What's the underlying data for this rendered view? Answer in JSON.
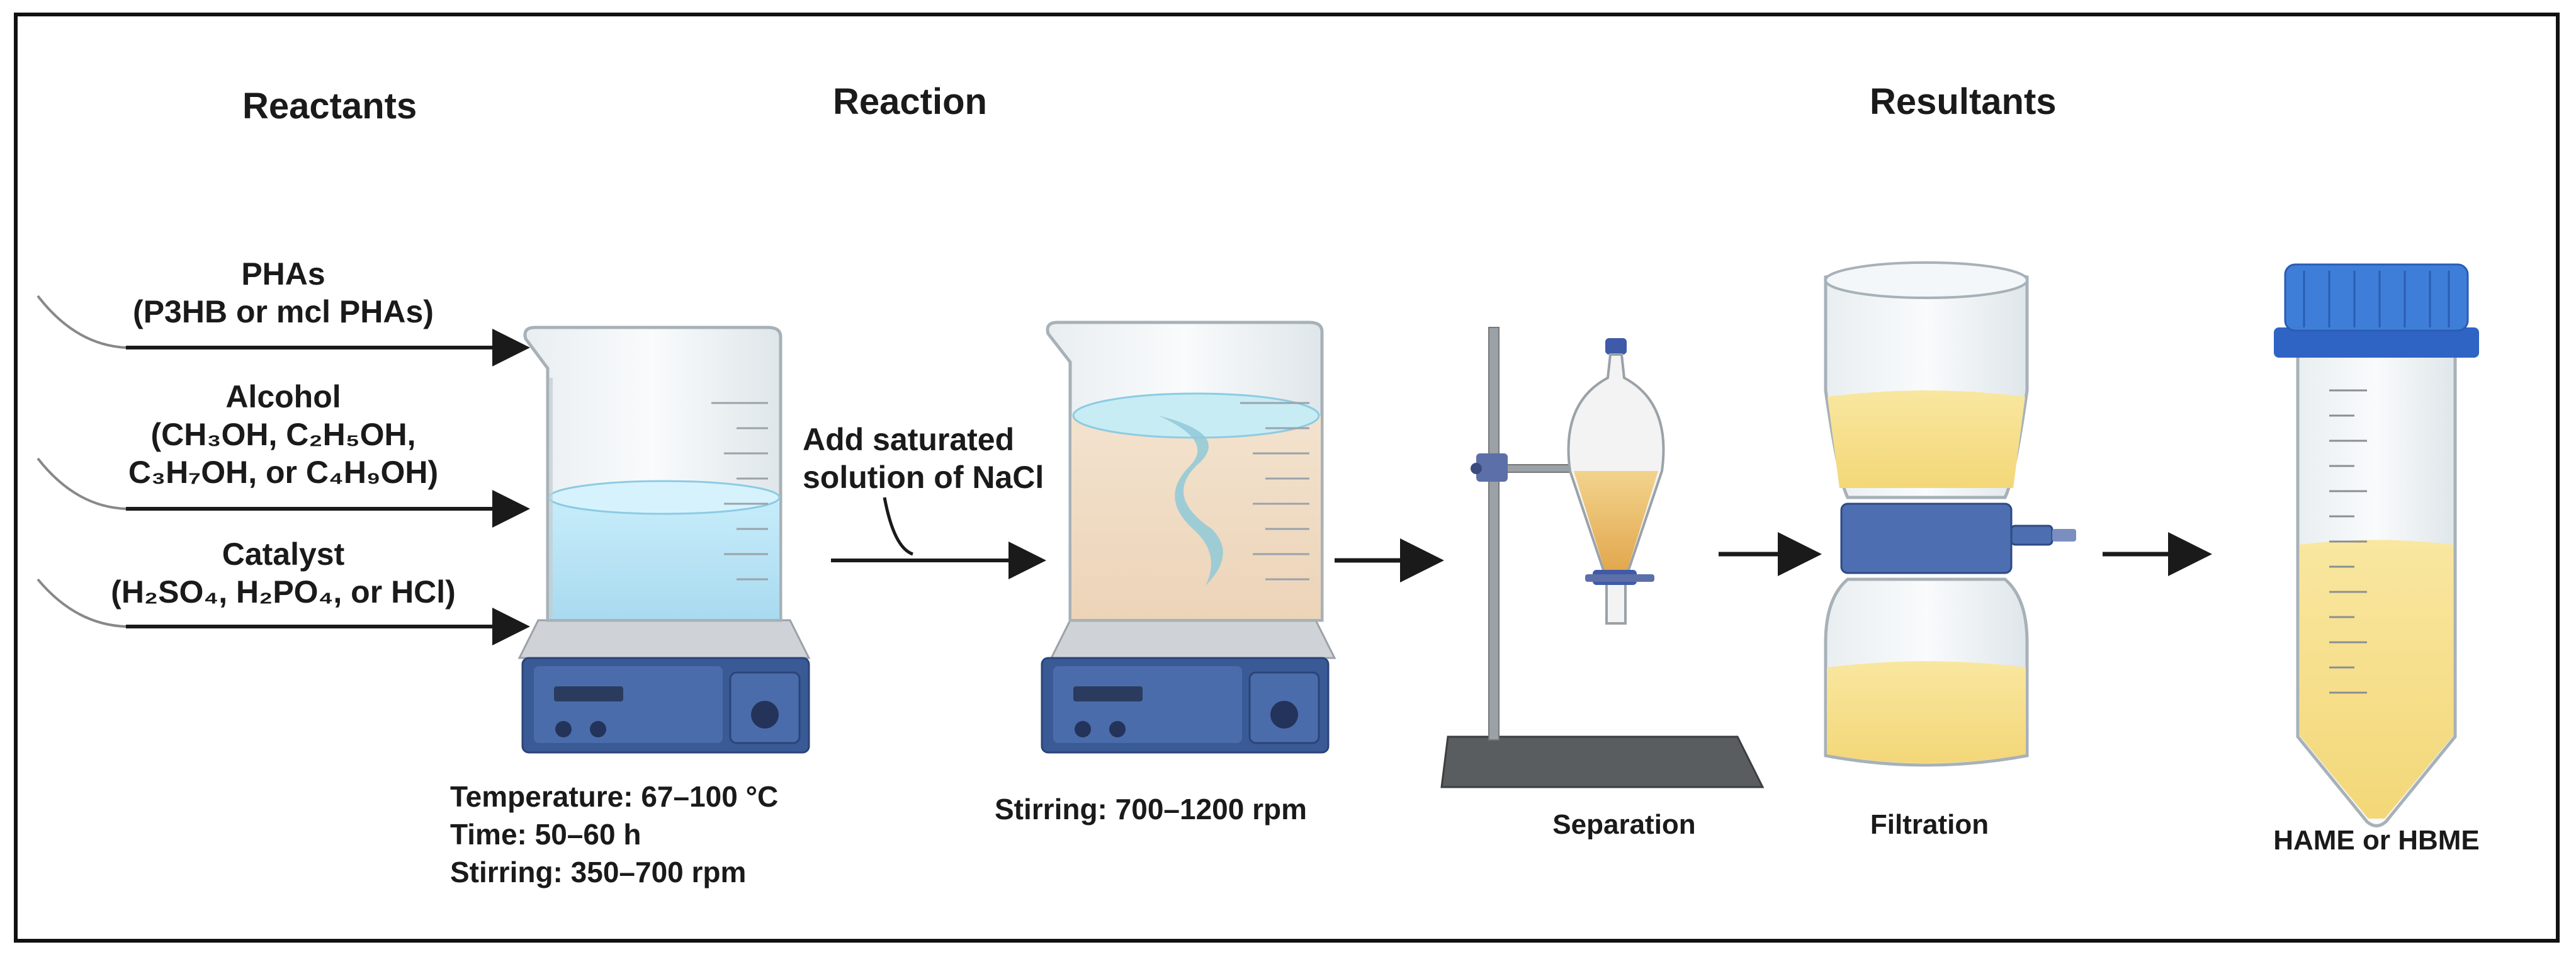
{
  "headers": {
    "reactants": "Reactants",
    "reaction": "Reaction",
    "resultants": "Resultants"
  },
  "inputs": {
    "phas_title": "PHAs",
    "phas_detail": "(P3HB or mcl PHAs)",
    "alcohol_title": "Alcohol",
    "alcohol_line1": "(CH₃OH, C₂H₅OH,",
    "alcohol_line2": "C₃H₇OH, or C₄H₉OH)",
    "catalyst_title": "Catalyst",
    "catalyst_detail": "(H₂SO₄, H₂PO₄, or HCl)"
  },
  "reaction_conditions": {
    "temperature": "Temperature: 67–100 °C",
    "time": "Time: 50–60 h",
    "stirring": "Stirring: 350–700 rpm"
  },
  "nacl_step": {
    "line1": "Add saturated",
    "line2": "solution of NaCl"
  },
  "second_stirring": "Stirring: 700–1200 rpm",
  "steps": {
    "separation": "Separation",
    "filtration": "Filtration",
    "product": "HAME or HBME"
  },
  "colors": {
    "water": "#b9e3f3",
    "liquid_tan": "#f0dcc4",
    "yellow_liquid": "#f7df8a",
    "hotplate_blue": "#3a5a96",
    "cap_blue": "#3f7ed8",
    "arrow": "#1a1a1a"
  }
}
